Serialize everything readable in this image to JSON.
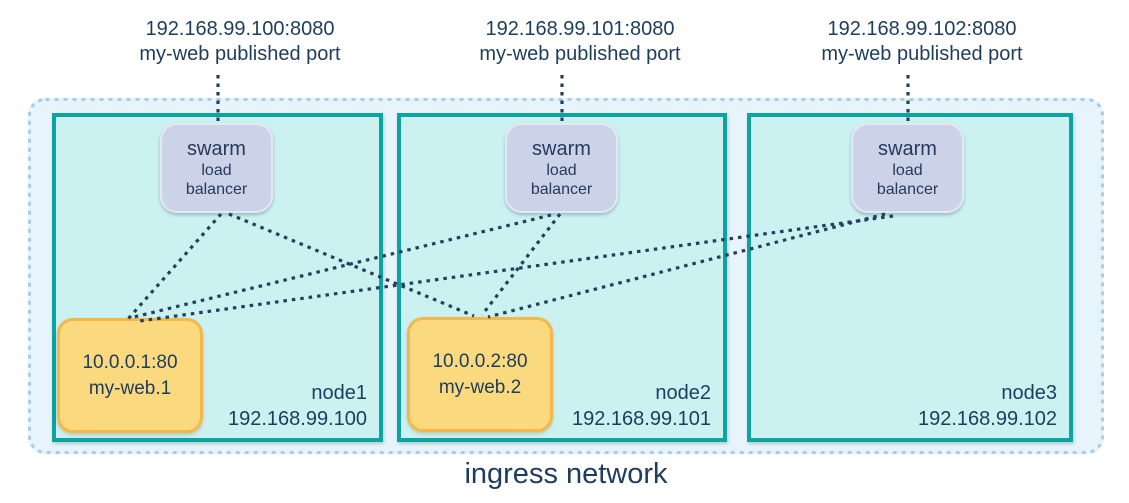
{
  "published_ports": [
    {
      "address": "192.168.99.100:8080",
      "label": "my-web published port"
    },
    {
      "address": "192.168.99.101:8080",
      "label": "my-web published port"
    },
    {
      "address": "192.168.99.102:8080",
      "label": "my-web published port"
    }
  ],
  "ingress": {
    "label": "ingress network"
  },
  "load_balancer": {
    "line1": "swarm",
    "line2": "load",
    "line3": "balancer"
  },
  "nodes": [
    {
      "name": "node1",
      "ip": "192.168.99.100",
      "task": {
        "address": "10.0.0.1:80",
        "name": "my-web.1"
      }
    },
    {
      "name": "node2",
      "ip": "192.168.99.101",
      "task": {
        "address": "10.0.0.2:80",
        "name": "my-web.2"
      }
    },
    {
      "name": "node3",
      "ip": "192.168.99.102",
      "task": null
    }
  ],
  "connections": [
    {
      "from": "published-port-1",
      "to": "load-balancer-node1"
    },
    {
      "from": "published-port-2",
      "to": "load-balancer-node2"
    },
    {
      "from": "published-port-3",
      "to": "load-balancer-node3"
    },
    {
      "from": "load-balancer-node1",
      "to": "my-web.1"
    },
    {
      "from": "load-balancer-node1",
      "to": "my-web.2"
    },
    {
      "from": "load-balancer-node2",
      "to": "my-web.1"
    },
    {
      "from": "load-balancer-node2",
      "to": "my-web.2"
    },
    {
      "from": "load-balancer-node3",
      "to": "my-web.1"
    },
    {
      "from": "load-balancer-node3",
      "to": "my-web.2"
    }
  ],
  "colors": {
    "text_navy": "#1e3c5c",
    "dotted_line": "#24405c",
    "node_border_teal": "#0ca3a1",
    "node_fill": "#ccf1f1",
    "ingress_fill": "#e8f4fc",
    "ingress_border": "#a8cce9",
    "load_balancer_fill": "#ccd3e8",
    "load_balancer_border": "#e4e8f4",
    "task_fill": "#fbd97e",
    "task_border": "#f2b84b"
  }
}
